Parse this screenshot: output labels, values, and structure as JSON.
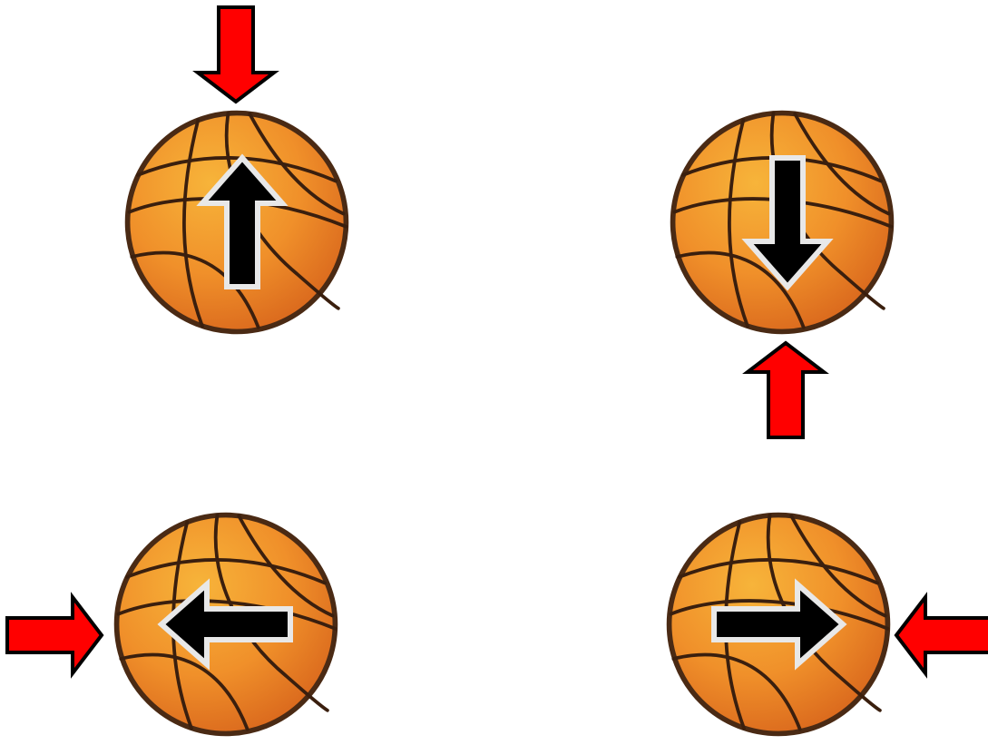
{
  "colors": {
    "background": "#ffffff",
    "ball_light": "#f7b43a",
    "ball_mid": "#f0902a",
    "ball_dark": "#d8651c",
    "ball_outline": "#4a2a14",
    "seam": "#3a1f0e",
    "force_arrow_fill": "#ff0000",
    "force_arrow_outline": "#000000",
    "motion_arrow_fill": "#000000",
    "motion_arrow_outline": "#e8e8e8"
  },
  "panels": [
    {
      "id": "top-left",
      "force_arrow": {
        "direction": "down",
        "icon": "red-arrow-down-icon"
      },
      "motion_arrow": {
        "direction": "up",
        "icon": "black-arrow-up-icon"
      }
    },
    {
      "id": "top-right",
      "force_arrow": {
        "direction": "up",
        "icon": "red-arrow-up-icon"
      },
      "motion_arrow": {
        "direction": "down",
        "icon": "black-arrow-down-icon"
      }
    },
    {
      "id": "bottom-left",
      "force_arrow": {
        "direction": "right",
        "icon": "red-arrow-right-icon"
      },
      "motion_arrow": {
        "direction": "left",
        "icon": "black-arrow-left-icon"
      }
    },
    {
      "id": "bottom-right",
      "force_arrow": {
        "direction": "left",
        "icon": "red-arrow-left-icon"
      },
      "motion_arrow": {
        "direction": "right",
        "icon": "black-arrow-right-icon"
      }
    }
  ]
}
